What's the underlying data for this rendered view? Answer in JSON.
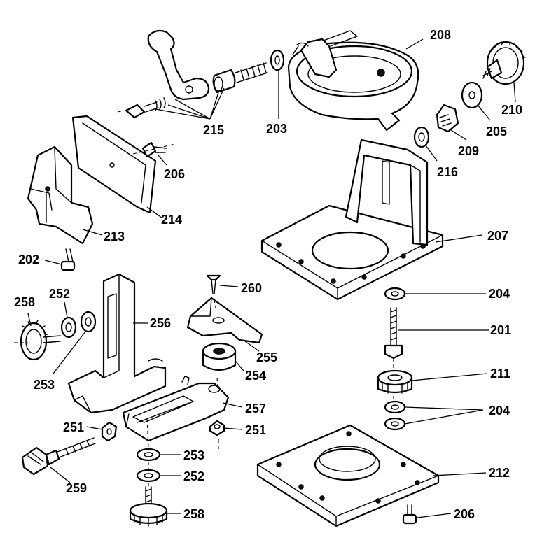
{
  "labels": {
    "p201": "201",
    "p202": "202",
    "p203": "203",
    "p204a": "204",
    "p204b": "204",
    "p205": "205",
    "p206a": "206",
    "p206b": "206",
    "p207": "207",
    "p208": "208",
    "p209": "209",
    "p210": "210",
    "p211": "211",
    "p212": "212",
    "p213": "213",
    "p214": "214",
    "p215": "215",
    "p216": "216",
    "p251a": "251",
    "p251b": "251",
    "p252a": "252",
    "p252b": "252",
    "p253a": "253",
    "p253b": "253",
    "p254": "254",
    "p255": "255",
    "p256": "256",
    "p257": "257",
    "p258a": "258",
    "p258b": "258",
    "p259": "259",
    "p260": "260"
  }
}
